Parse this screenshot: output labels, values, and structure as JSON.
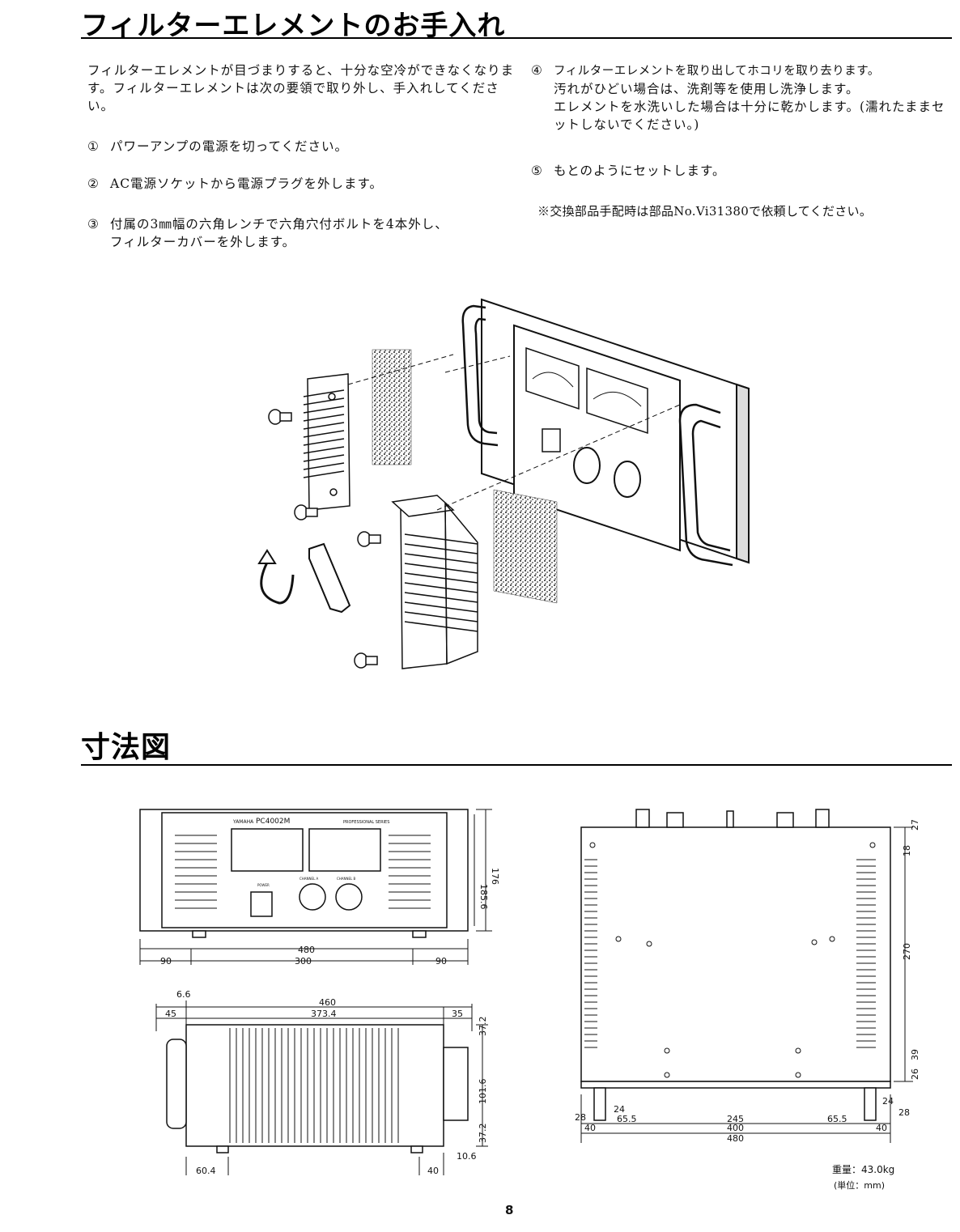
{
  "section1": {
    "title": "フィルターエレメントのお手入れ",
    "intro": "フィルターエレメントが目づまりすると、十分な空冷ができなくなります。フィルターエレメントは次の要領で取り外し、手入れしてください。",
    "steps": [
      {
        "num": "①",
        "text": "パワーアンプの電源を切ってください。"
      },
      {
        "num": "②",
        "text": "AC電源ソケットから電源プラグを外します。"
      },
      {
        "num": "③",
        "line1": "付属の3㎜幅の六角レンチで六角穴付ボルトを4本外し、",
        "line2": "フィルターカバーを外します。"
      },
      {
        "num": "④",
        "line1": "フィルターエレメントを取り出してホコリを取り去ります。",
        "line2": "汚れがひどい場合は、洗剤等を使用し洗浄します。",
        "line3": "エレメントを水洗いした場合は十分に乾かします。(濡れたままセットしないでください。)"
      },
      {
        "num": "⑤",
        "text": "もとのようにセットします。"
      }
    ],
    "note": "※交換部品手配時は部品No.Vi31380で依頼してください。"
  },
  "section2": {
    "title": "寸法図"
  },
  "front_view": {
    "brand": "YAMAHA",
    "model": "PC4002M",
    "series": "PROFESSIONAL SERIES",
    "channel_a": "CHANNEL A",
    "channel_b": "CHANNEL B",
    "power": "POWER",
    "dims": {
      "h1": "176",
      "h2": "185.6",
      "w_total": "480",
      "w_side_l": "90",
      "w_mid": "300",
      "w_side_r": "90"
    }
  },
  "side_view": {
    "dims": {
      "thin": "6.6",
      "depth": "460",
      "left": "45",
      "body": "373.4",
      "right": "35",
      "h_top": "37.2",
      "h_mid": "101.6",
      "h_bot": "37.2",
      "foot_gap": "10.6",
      "foot_l": "60.4",
      "foot_r": "40"
    }
  },
  "top_view": {
    "dims": {
      "r1": "27",
      "r2": "18",
      "r_mid": "270",
      "r_lo1": "39",
      "r_lo2": "26",
      "b_28l": "28",
      "b_24l": "24",
      "b_65l": "65.5",
      "b_245": "245",
      "b_65r": "65.5",
      "b_24r": "24",
      "b_28r": "28",
      "b_40l": "40",
      "b_400": "400",
      "b_40r": "40",
      "b_480": "480"
    }
  },
  "weight": "重量：43.0kg",
  "unit": "(単位：mm)",
  "page_number": "8"
}
